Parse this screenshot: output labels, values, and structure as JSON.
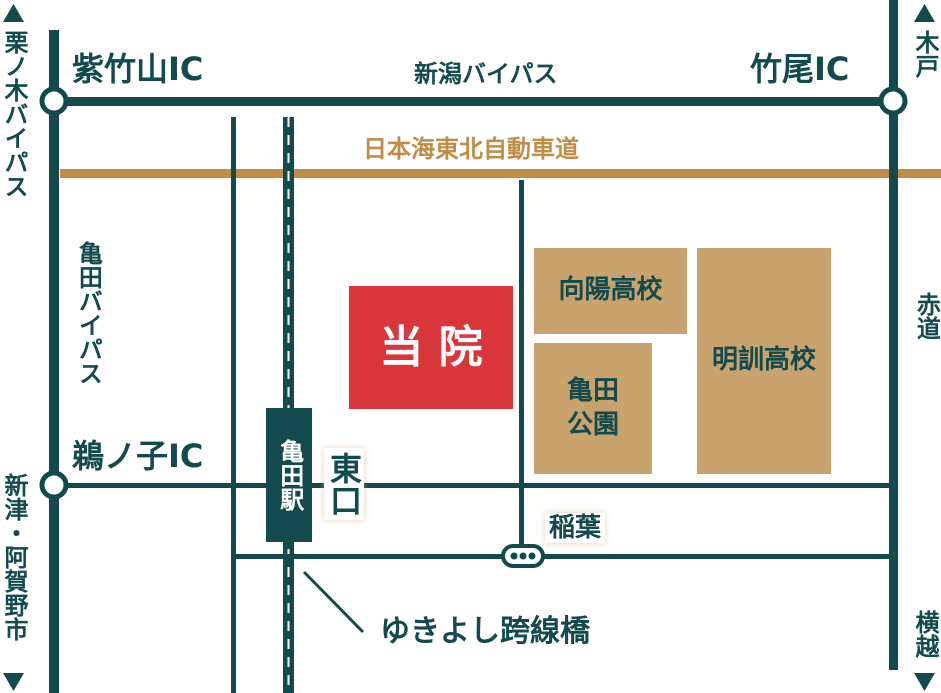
{
  "colors": {
    "road": "#124a4e",
    "expressway": "#c08d47",
    "building": "#c8a36d",
    "clinic": "#d9363b",
    "background": "#ffffff"
  },
  "roads": {
    "top_road": "新潟バイパス",
    "expressway": "日本海東北自動車道",
    "inagawa": "稲葉",
    "bridge": "ゆきよし跨線橋"
  },
  "interchanges": {
    "top_left": "紫竹山IC",
    "top_right": "竹尾IC",
    "left_mid": "鵜ノ子IC"
  },
  "directions": {
    "top_left": "栗ノ木バイパス",
    "top_right": "木戸",
    "bottom_left": "新津・阿賀野市",
    "bottom_right": "横越",
    "right_mid": "赤道",
    "left_vertical": "亀田バイパス"
  },
  "places": {
    "clinic": "当 院",
    "school1": "向陽高校",
    "school2": "明訓高校",
    "park": "亀田公園",
    "station": "亀田駅",
    "east_exit": "東口"
  },
  "icons": {
    "arrow_up": "arrow-up-icon",
    "arrow_down": "arrow-down-icon",
    "interchange": "interchange-circle-icon",
    "signal": "traffic-signal-icon"
  }
}
